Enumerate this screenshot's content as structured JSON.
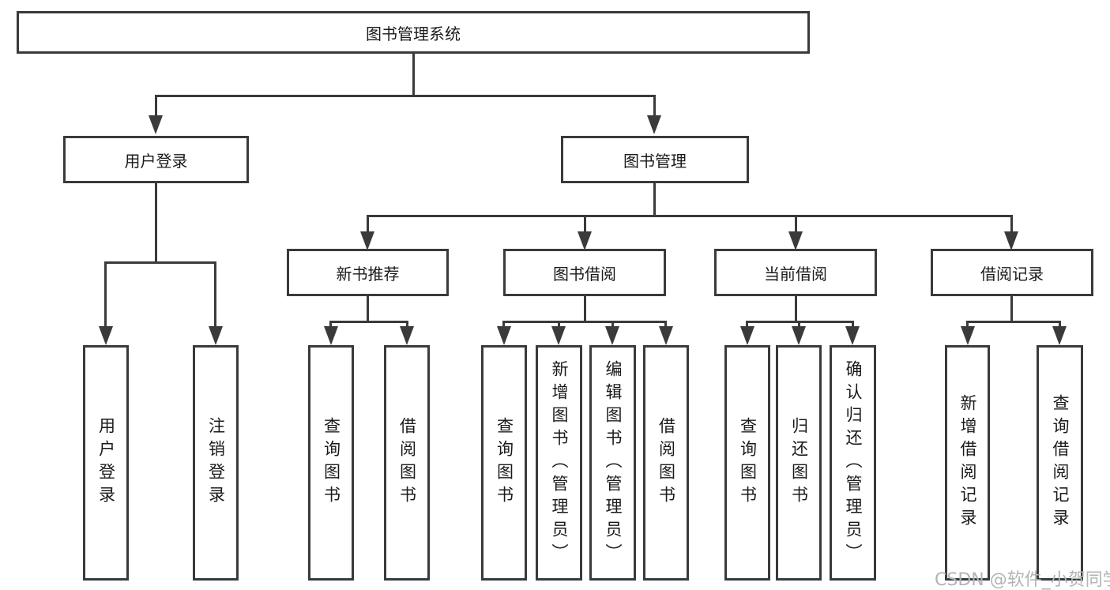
{
  "diagram": {
    "title": "图书管理系统",
    "level2": {
      "user_login": "用户登录",
      "book_management": "图书管理"
    },
    "level3": {
      "new_book_recommend": "新书推荐",
      "book_borrow": "图书借阅",
      "current_borrow": "当前借阅",
      "borrow_records": "借阅记录"
    },
    "leaves": {
      "user_login_1": "用户登录",
      "user_login_2": "注销登录",
      "recommend_1": "查询图书",
      "recommend_2": "借阅图书",
      "borrow_1": "查询图书",
      "borrow_2": "新增图书（管理员）",
      "borrow_3": "编辑图书（管理员）",
      "borrow_4": "借阅图书",
      "current_1": "查询图书",
      "current_2": "归还图书",
      "current_3": "确认归还（管理员）",
      "records_1": "新增借阅记录",
      "records_2": "查询借阅记录"
    }
  },
  "watermark": "CSDN @软件_小贺同学",
  "colors": {
    "line": "#3a3a3c",
    "text": "#1a1a1a",
    "watermark": "#b4b4b4",
    "background": "#ffffff"
  }
}
